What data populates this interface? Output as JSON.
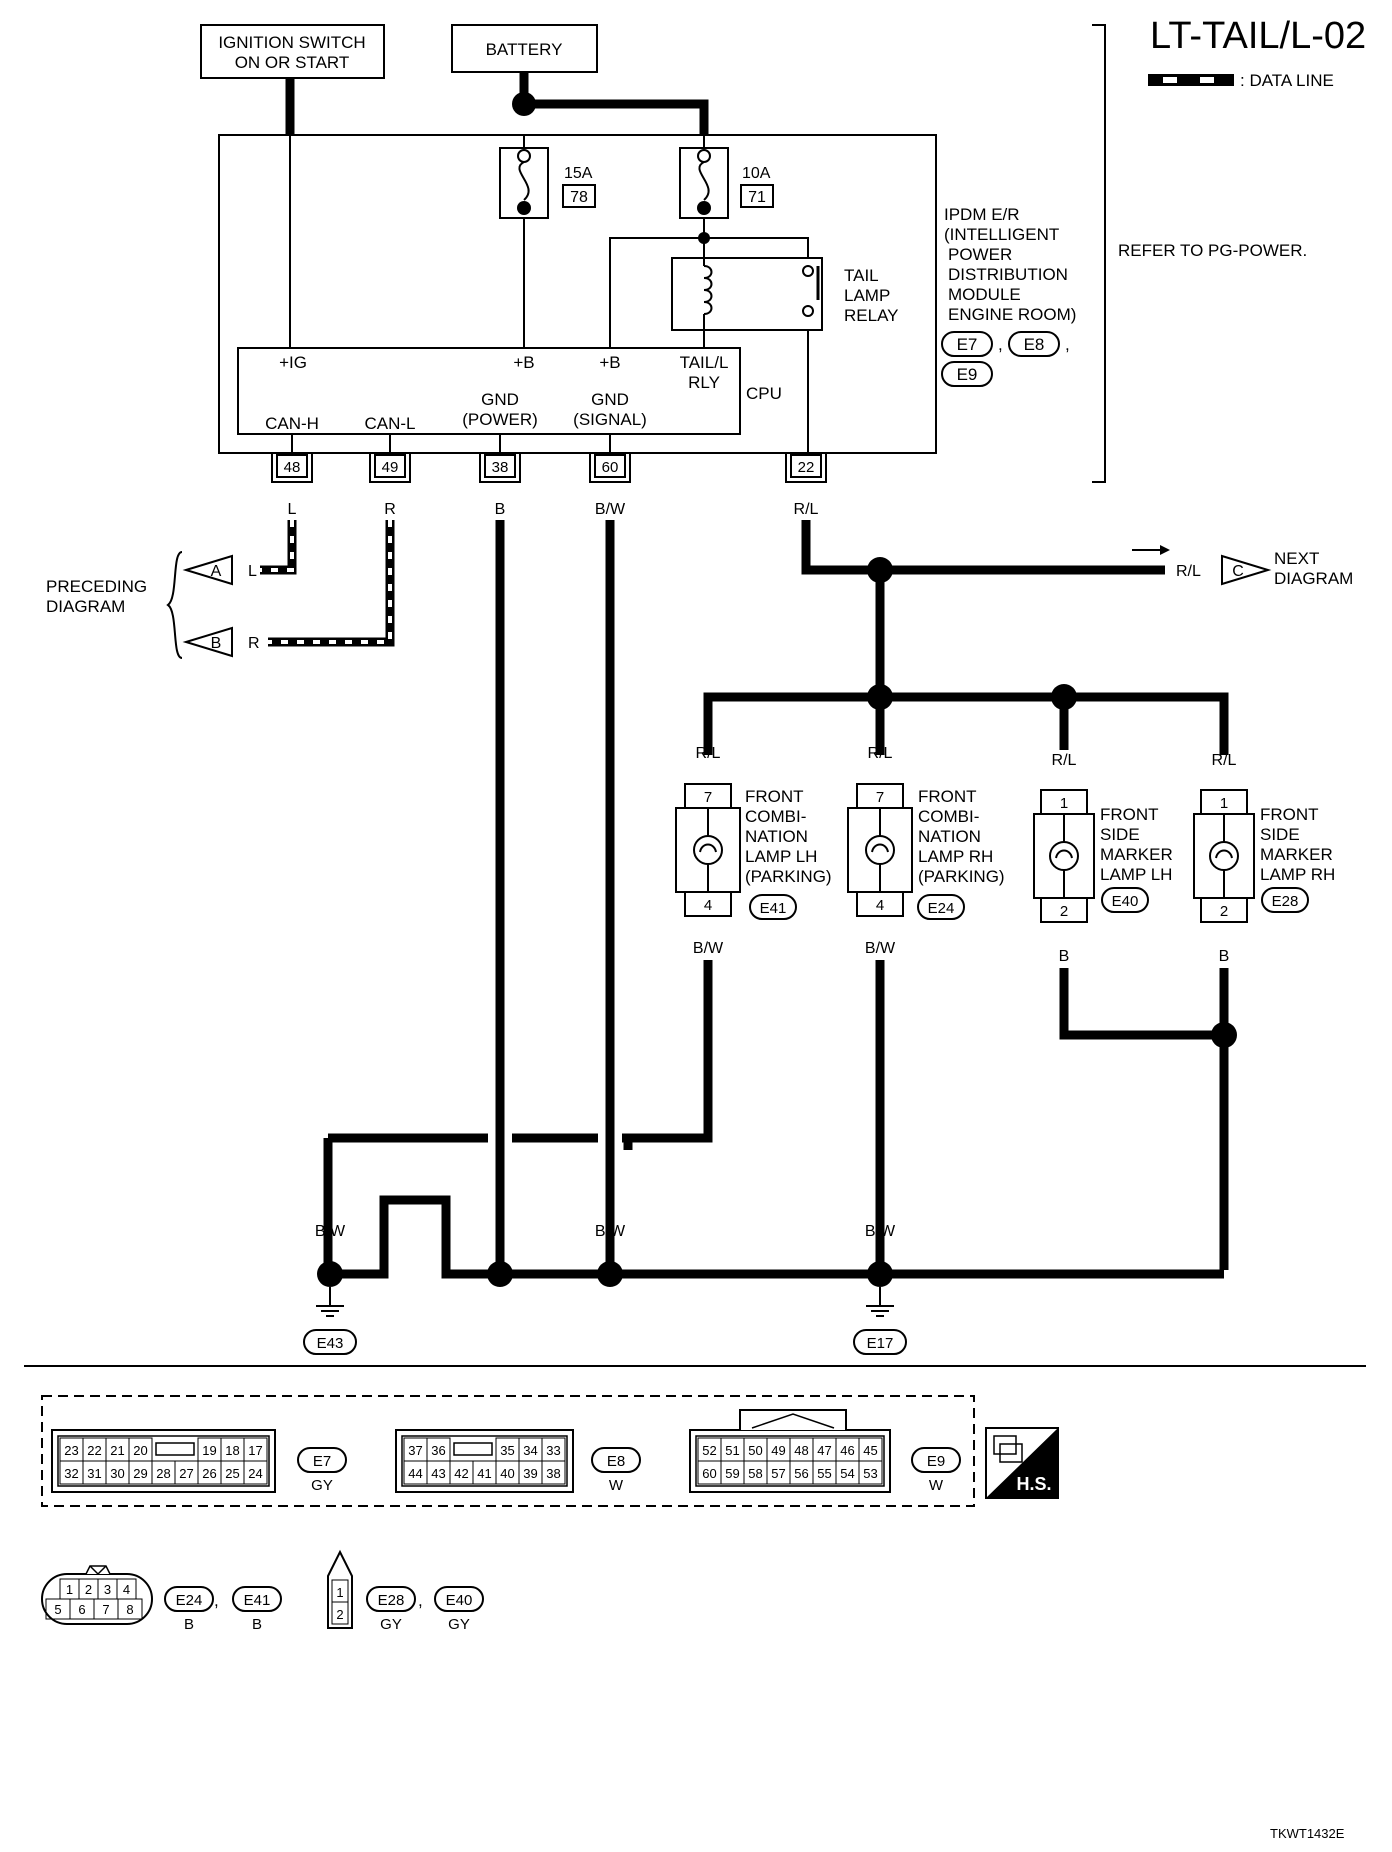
{
  "page": {
    "title": "LT-TAIL/L-02",
    "data_line_label": ": DATA LINE",
    "footer_code": "TKWT1432E",
    "refer_text": "REFER TO PG-POWER."
  },
  "sources": {
    "ignition": [
      "IGNITION SWITCH",
      "ON OR START"
    ],
    "battery": "BATTERY"
  },
  "ipdm": {
    "label_lines": [
      "IPDM E/R",
      "(INTELLIGENT",
      "POWER",
      "DISTRIBUTION",
      "MODULE",
      "ENGINE ROOM)"
    ],
    "connectors": [
      "E7",
      "E8",
      "E9"
    ],
    "fuse_15a": {
      "rating": "15A",
      "number": "78"
    },
    "fuse_10a": {
      "rating": "10A",
      "number": "71"
    },
    "relay_lines": [
      "TAIL",
      "LAMP",
      "RELAY"
    ],
    "cpu": "CPU",
    "inputs": {
      "ig": "+IG",
      "b1": "+B",
      "b2": "+B",
      "tail_l": "TAIL/L",
      "rly": "RLY"
    },
    "outputs": {
      "can_h": "CAN-H",
      "can_l": "CAN-L",
      "gnd_power": [
        "GND",
        "(POWER)"
      ],
      "gnd_signal": [
        "GND",
        "(SIGNAL)"
      ]
    },
    "pins": [
      "48",
      "49",
      "38",
      "60",
      "22"
    ]
  },
  "wires": {
    "l": "L",
    "r": "R",
    "b": "B",
    "bw": "B/W",
    "rl": "R/L"
  },
  "preceding": {
    "lines": [
      "PRECEDING",
      "DIAGRAM"
    ],
    "a": "A",
    "b": "B"
  },
  "next": {
    "lines": [
      "NEXT",
      "DIAGRAM"
    ],
    "c": "C"
  },
  "lamps": [
    {
      "lines": [
        "FRONT",
        "COMBI-",
        "NATION",
        "LAMP LH",
        "(PARKING)"
      ],
      "connector": "E41",
      "pin_top": "7",
      "pin_bottom": "4"
    },
    {
      "lines": [
        "FRONT",
        "COMBI-",
        "NATION",
        "LAMP RH",
        "(PARKING)"
      ],
      "connector": "E24",
      "pin_top": "7",
      "pin_bottom": "4"
    },
    {
      "lines": [
        "FRONT",
        "SIDE",
        "MARKER",
        "LAMP LH"
      ],
      "connector": "E40",
      "pin_top": "1",
      "pin_bottom": "2"
    },
    {
      "lines": [
        "FRONT",
        "SIDE",
        "MARKER",
        "LAMP RH"
      ],
      "connector": "E28",
      "pin_top": "1",
      "pin_bottom": "2"
    }
  ],
  "grounds": [
    "E43",
    "E17"
  ],
  "connector_views": {
    "e7": {
      "label": "E7",
      "color": "GY",
      "row1": [
        "23",
        "22",
        "21",
        "20",
        "19",
        "18",
        "17"
      ],
      "row2": [
        "32",
        "31",
        "30",
        "29",
        "28",
        "27",
        "26",
        "25",
        "24"
      ]
    },
    "e8": {
      "label": "E8",
      "color": "W",
      "row1": [
        "37",
        "36",
        "35",
        "34",
        "33"
      ],
      "row2": [
        "44",
        "43",
        "42",
        "41",
        "40",
        "39",
        "38"
      ]
    },
    "e9": {
      "label": "E9",
      "color": "W",
      "row1": [
        "52",
        "51",
        "50",
        "49",
        "48",
        "47",
        "46",
        "45"
      ],
      "row2": [
        "60",
        "59",
        "58",
        "57",
        "56",
        "55",
        "54",
        "53"
      ]
    },
    "hs": "H.S.",
    "c8": {
      "row1": [
        "1",
        "2",
        "3",
        "4"
      ],
      "row2": [
        "5",
        "6",
        "7",
        "8"
      ],
      "labels": [
        "E24",
        "E41"
      ],
      "colors": [
        "B",
        "B"
      ]
    },
    "c2": {
      "pins": [
        "1",
        "2"
      ],
      "labels": [
        "E28",
        "E40"
      ],
      "colors": [
        "GY",
        "GY"
      ]
    }
  }
}
